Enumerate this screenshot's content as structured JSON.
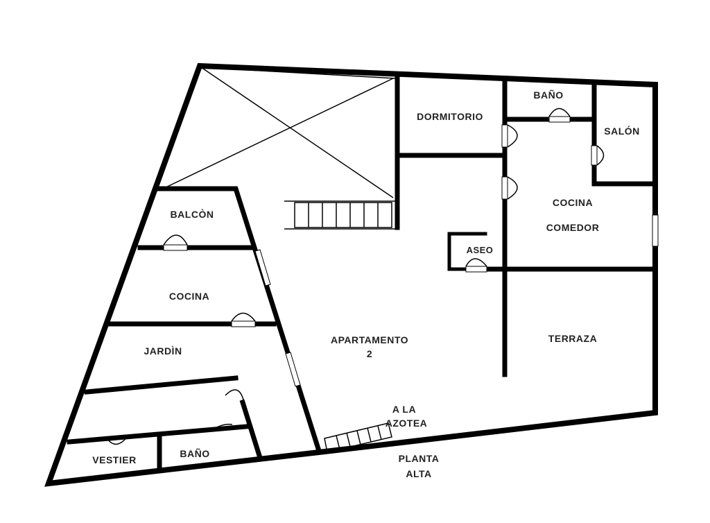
{
  "rooms": {
    "dormitorio": "DORMITORIO",
    "bano_top": "BAÑO",
    "salon": "SALÓN",
    "cocina_comedor_1": "COCINA",
    "cocina_comedor_2": "COMEDOR",
    "aseo": "ASEO",
    "terraza": "TERRAZA",
    "apartamento_1": "APARTAMENTO",
    "apartamento_2": "2",
    "balcon": "BALCÒN",
    "cocina": "COCINA",
    "jardin": "JARDÌN",
    "vestier": "VESTIER",
    "bano_bottom": "BAÑO"
  },
  "notes": {
    "azotea_1": "A LA",
    "azotea_2": "AZOTEA",
    "planta_1": "PLANTA",
    "planta_2": "ALTA"
  }
}
